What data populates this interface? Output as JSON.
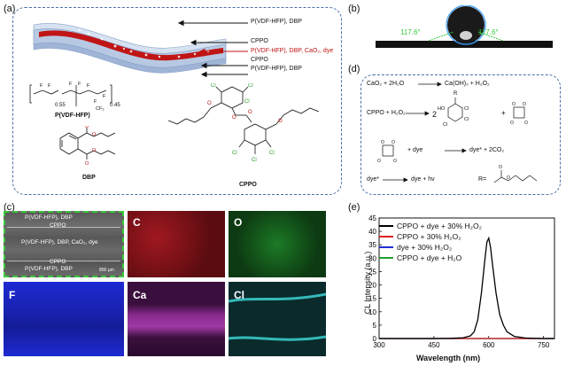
{
  "panels": {
    "a": "(a)",
    "b": "(b)",
    "c": "(c)",
    "d": "(d)",
    "e": "(e)"
  },
  "panel_a": {
    "layer_labels": [
      "P(VDF-HFP), DBP",
      "CPPO",
      "P(VDF-HFP), DBP, CaO₂, dye",
      "CPPO",
      "P(VDF-HFP), DBP"
    ],
    "polymer_name": "P(VDF-HFP)",
    "polymer_sub_a": "0.55",
    "polymer_sub_b": "0.45",
    "dbp_name": "DBP",
    "cppo_name": "CPPO"
  },
  "panel_b": {
    "angle_left": "117.6°",
    "angle_right": "117.6°"
  },
  "panel_c": {
    "sem_labels": [
      "P(VDF-HFP), DBP",
      "CPPO",
      "P(VDF-HFP), DBP, CaO₂, dye",
      "CPPO",
      "P(VDF-HFP), DBP"
    ],
    "scale_bar": "800 μm",
    "maps": [
      {
        "label": "C",
        "color": "#c81e28"
      },
      {
        "label": "O",
        "color": "#2aa835"
      },
      {
        "label": "F",
        "color": "#1e2ad2"
      },
      {
        "label": "Ca",
        "color": "#b42ab8"
      },
      {
        "label": "Cl",
        "color": "#3ac8c8"
      }
    ]
  },
  "panel_d": {
    "reactions": [
      {
        "left": "CaO₂ + 2H₂O",
        "right": "Ca(OH)₂ + H₂O₂"
      },
      {
        "left": "CPPO + H₂O₂",
        "right": "2"
      },
      {
        "left": "+ dye",
        "right": "dye* + 2CO₂"
      },
      {
        "left": "dye*",
        "right": "dye + hν"
      }
    ],
    "r_label": "R",
    "r_def": "R="
  },
  "chart_data": {
    "type": "line",
    "xlabel": "Wavelength (nm)",
    "ylabel": "CL Intensity (a.u.)",
    "xlim": [
      300,
      780
    ],
    "ylim": [
      0,
      45
    ],
    "xticks": [
      300,
      450,
      600,
      750
    ],
    "yticks": [
      0,
      5,
      10,
      15,
      20,
      25,
      30,
      35,
      40,
      45
    ],
    "legend_position": "top-left",
    "series": [
      {
        "name": "CPPO + dye + 30% H₂O₂",
        "color": "#000000",
        "x": [
          300,
          450,
          500,
          530,
          550,
          560,
          570,
          580,
          590,
          595,
          600,
          605,
          610,
          620,
          630,
          640,
          650,
          670,
          700,
          750,
          780
        ],
        "y": [
          0,
          0,
          0.1,
          0.3,
          1.0,
          2.5,
          7,
          17,
          30,
          36,
          37.5,
          34,
          28,
          17,
          9,
          5,
          2.5,
          0.8,
          0.2,
          0,
          0
        ]
      },
      {
        "name": "CPPO + 30% H₂O₂",
        "color": "#e02020",
        "x": [
          300,
          780
        ],
        "y": [
          0,
          0
        ]
      },
      {
        "name": "dye + 30% H₂O₂",
        "color": "#2030d0",
        "x": [
          300,
          780
        ],
        "y": [
          0,
          0
        ]
      },
      {
        "name": "CPPO + dye + H₂O",
        "color": "#20a030",
        "x": [
          300,
          780
        ],
        "y": [
          0,
          0
        ]
      }
    ]
  }
}
